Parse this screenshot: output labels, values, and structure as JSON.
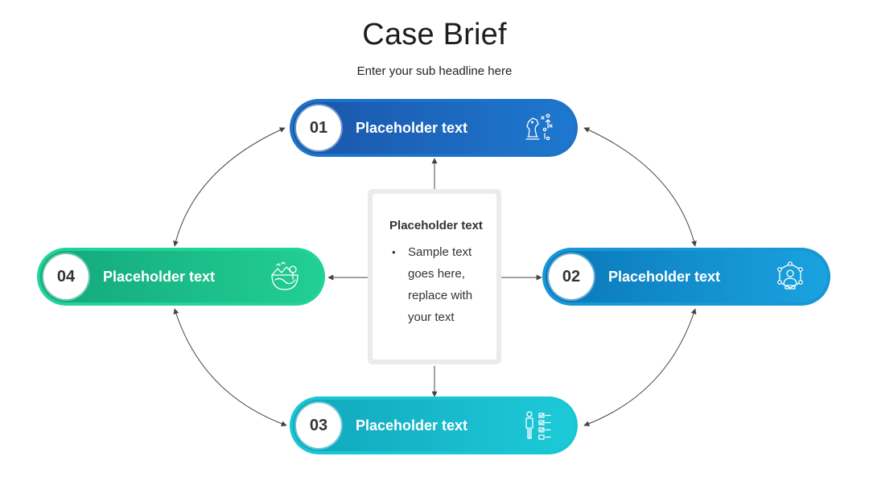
{
  "header": {
    "title": "Case Brief",
    "subtitle": "Enter your sub headline here"
  },
  "center": {
    "title": "Placeholder text",
    "bullet": "Sample text goes here, replace with your text"
  },
  "steps": [
    {
      "number": "01",
      "label": "Placeholder text",
      "icon": "chess-knight-strategy-icon",
      "color": "#1e6fc3"
    },
    {
      "number": "02",
      "label": "Placeholder text",
      "icon": "network-person-icon",
      "color": "#1797d6"
    },
    {
      "number": "03",
      "label": "Placeholder text",
      "icon": "person-checklist-icon",
      "color": "#19c6d4"
    },
    {
      "number": "04",
      "label": "Placeholder text",
      "icon": "landscape-nature-icon",
      "color": "#21d39a"
    }
  ]
}
